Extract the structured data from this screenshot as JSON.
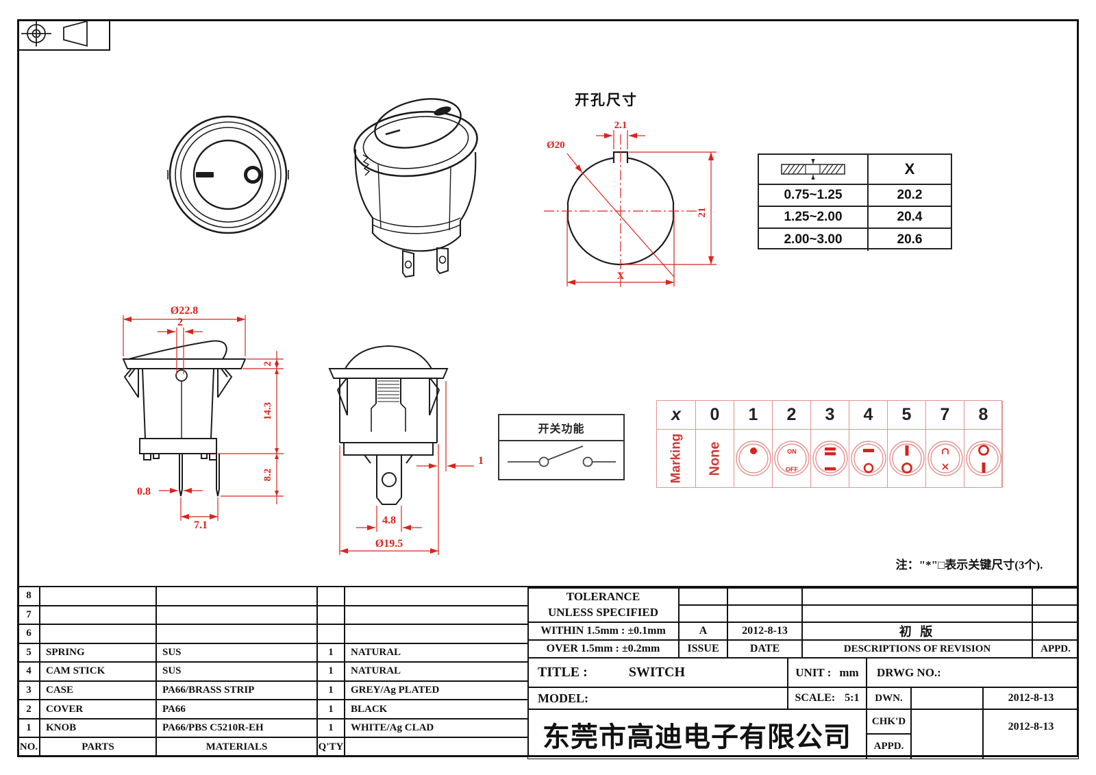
{
  "views": {
    "cutout_title": "开孔尺寸",
    "function_title": "开关功能"
  },
  "dims": {
    "cutout": {
      "dia": "Ø20",
      "notch": "2.1",
      "height": "21",
      "width": "X"
    },
    "side": {
      "dia": "Ø22.8",
      "slot": "2",
      "flange": "2",
      "body": "14.3",
      "pin": "8.2",
      "pin_w": "0.8",
      "pitch": "7.1"
    },
    "front2": {
      "overhang": "1",
      "term": "4.8",
      "dia": "Ø19.5"
    }
  },
  "thickness": {
    "header": "X",
    "rows": [
      {
        "range": "0.75~1.25",
        "x": "20.2"
      },
      {
        "range": "1.25~2.00",
        "x": "20.4"
      },
      {
        "range": "2.00~3.00",
        "x": "20.6"
      }
    ]
  },
  "marking": {
    "headers": [
      "x",
      "0",
      "1",
      "2",
      "3",
      "4",
      "5",
      "7",
      "8"
    ],
    "row_label": "Marking",
    "none": "None",
    "on": "ON",
    "off": "OFF",
    "icons": [
      "dot-circle",
      "on-off-circle",
      "double-bar-circle",
      "dash-o-circle",
      "bar-o-circle",
      "small-marks-circle",
      "o-bar-circle"
    ]
  },
  "note": {
    "text": "注：\"*\"□表示关键尺寸(3个)."
  },
  "parts": {
    "rows": [
      {
        "no": "8",
        "part": "",
        "material": "",
        "qty": "",
        "finish": ""
      },
      {
        "no": "7",
        "part": "",
        "material": "",
        "qty": "",
        "finish": ""
      },
      {
        "no": "6",
        "part": "",
        "material": "",
        "qty": "",
        "finish": ""
      },
      {
        "no": "5",
        "part": "SPRING",
        "material": "SUS",
        "qty": "1",
        "finish": "NATURAL"
      },
      {
        "no": "4",
        "part": "CAM STICK",
        "material": "SUS",
        "qty": "1",
        "finish": "NATURAL"
      },
      {
        "no": "3",
        "part": "CASE",
        "material": "PA66/BRASS STRIP",
        "qty": "1",
        "finish": "GREY/Ag PLATED"
      },
      {
        "no": "2",
        "part": "COVER",
        "material": "PA66",
        "qty": "1",
        "finish": "BLACK"
      },
      {
        "no": "1",
        "part": "KNOB",
        "material": "PA66/PBS C5210R-EH",
        "qty": "1",
        "finish": "WHITE/Ag CLAD"
      }
    ],
    "footer": {
      "no": "NO.",
      "parts": "PARTS",
      "materials": "MATERIALS",
      "qty": "Q'TY"
    }
  },
  "tb": {
    "tolerance1": "TOLERANCE",
    "tolerance2": "UNLESS  SPECIFIED",
    "within": "WITHIN 1.5mm : ±0.1mm",
    "over": "OVER 1.5mm : ±0.2mm",
    "issue_value": "A",
    "issue_label": "ISSUE",
    "date_value": "2012-8-13",
    "date_label": "DATE",
    "revision": "初 版",
    "revision_label": "DESCRIPTIONS OF REVISION",
    "appd_label": "APPD.",
    "title_label": "TITLE :",
    "title_value": "SWITCH",
    "unit_label": "UNIT :",
    "unit_value": "mm",
    "drwg_label": "DRWG NO.:",
    "model_label": "MODEL:",
    "scale_label": "SCALE:",
    "scale_value": "5:1",
    "company": "东莞市高迪电子有限公司",
    "dwn_label": "DWN.",
    "dwn_date": "2012-8-13",
    "chkd_label": "CHK'D",
    "chkd_date": "2012-8-13",
    "appd2_label": "APPD."
  },
  "colors": {
    "dimension_red": "#dc231c",
    "marking_pink": "#e09292",
    "line_black": "#1c1c1c"
  }
}
